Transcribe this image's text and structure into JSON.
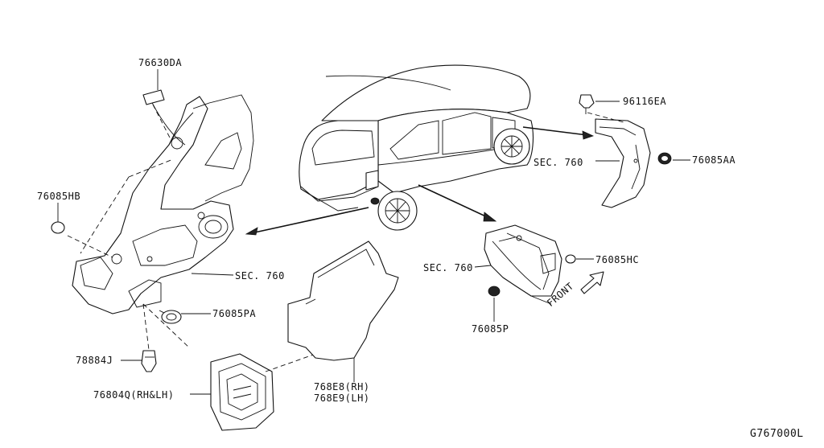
{
  "diagram_code": "G767000L",
  "labels": {
    "p76630DA": "76630DA",
    "p76085HB": "76085HB",
    "sec760_left": "SEC. 760",
    "p76085PA": "76085PA",
    "p78884J": "78884J",
    "p76804Q": "76804Q(RH&LH)",
    "p768E8": "768E8(RH)",
    "p768E9": "768E9(LH)",
    "p96116EA": "96116EA",
    "sec760_right": "SEC. 760",
    "p76085AA": "76085AA",
    "sec760_mid": "SEC. 760",
    "p76085HC": "76085HC",
    "p76085P": "76085P",
    "front": "FRONT"
  }
}
